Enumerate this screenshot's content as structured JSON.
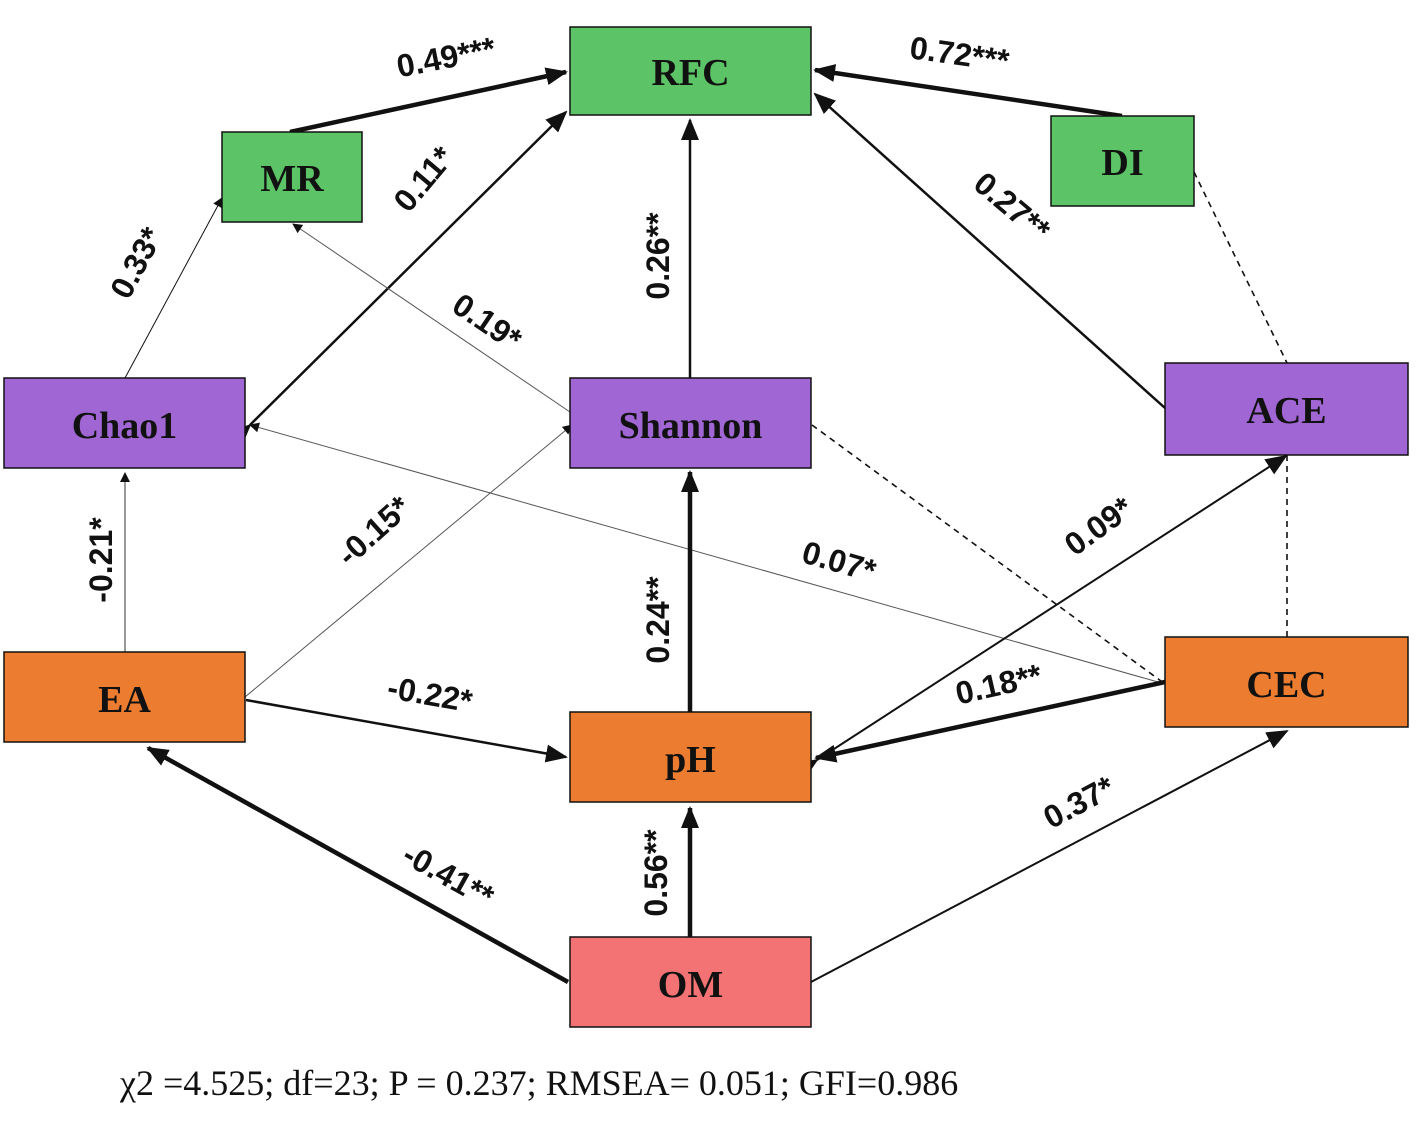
{
  "colors": {
    "green": "#5cc466",
    "purple": "#a066d3",
    "orange": "#ec7c30",
    "red": "#f37273",
    "stroke": "#111111"
  },
  "nodes": {
    "rfc": {
      "label": "RFC",
      "fill": "green"
    },
    "mr": {
      "label": "MR",
      "fill": "green"
    },
    "di": {
      "label": "DI",
      "fill": "green"
    },
    "chao1": {
      "label": "Chao1",
      "fill": "purple"
    },
    "shannon": {
      "label": "Shannon",
      "fill": "purple"
    },
    "ace": {
      "label": "ACE",
      "fill": "purple"
    },
    "ea": {
      "label": "EA",
      "fill": "orange"
    },
    "ph": {
      "label": "pH",
      "fill": "orange"
    },
    "cec": {
      "label": "CEC",
      "fill": "orange"
    },
    "om": {
      "label": "OM",
      "fill": "red"
    }
  },
  "edges": [
    {
      "from": "MR",
      "to": "RFC",
      "label": "0.49***"
    },
    {
      "from": "DI",
      "to": "RFC",
      "label": "0.72***"
    },
    {
      "from": "Chao1",
      "to": "RFC",
      "label": "0.11*"
    },
    {
      "from": "Chao1",
      "to": "MR",
      "label": "0.33*"
    },
    {
      "from": "Shannon",
      "to": "MR",
      "label": "0.19*"
    },
    {
      "from": "Shannon",
      "to": "RFC",
      "label": "0.26**"
    },
    {
      "from": "ACE",
      "to": "RFC",
      "label": "0.27**"
    },
    {
      "from": "EA",
      "to": "Chao1",
      "label": "-0.21*"
    },
    {
      "from": "EA",
      "to": "Shannon",
      "label": "-0.15*"
    },
    {
      "from": "CEC",
      "to": "Chao1",
      "label": "0.07*"
    },
    {
      "from": "pH",
      "to": "Shannon",
      "label": "0.24**"
    },
    {
      "from": "pH",
      "to": "ACE",
      "label": "0.09*"
    },
    {
      "from": "EA",
      "to": "pH",
      "label": "-0.22*"
    },
    {
      "from": "CEC",
      "to": "pH",
      "label": "0.18**"
    },
    {
      "from": "OM",
      "to": "EA",
      "label": "-0.41**"
    },
    {
      "from": "OM",
      "to": "pH",
      "label": "0.56**"
    },
    {
      "from": "OM",
      "to": "CEC",
      "label": "0.37*"
    },
    {
      "from": "DI",
      "to": "ACE",
      "label": ""
    },
    {
      "from": "Shannon",
      "to": "CEC",
      "label": ""
    },
    {
      "from": "ACE",
      "to": "CEC",
      "label": ""
    }
  ],
  "fit_stats": "χ2 =4.525; df=23; P = 0.237; RMSEA= 0.051; GFI=0.986"
}
